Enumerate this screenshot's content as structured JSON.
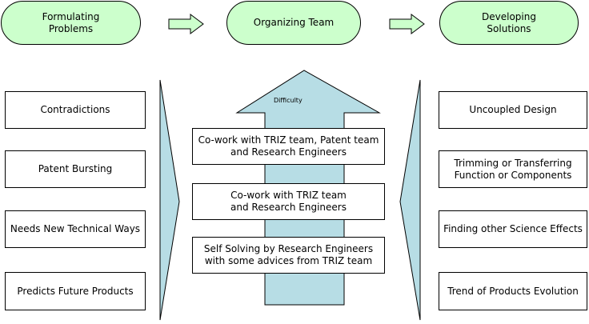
{
  "stages": {
    "formulating": "Formulating\nProblems",
    "organizing": "Organizing Team",
    "developing": "Developing\nSolutions"
  },
  "problems": [
    "Contradictions",
    "Patent Bursting",
    "Needs New Technical Ways",
    "Predicts Future Products"
  ],
  "solutions": [
    "Uncoupled Design",
    "Trimming or Transferring\nFunction or Components",
    "Finding other Science Effects",
    "Trend of Products Evolution"
  ],
  "team": {
    "difficulty_label": "Difficulty",
    "levels": [
      "Co-work with TRIZ team, Patent team\nand Research Engineers",
      "Co-work with TRIZ team\nand Research Engineers",
      "Self Solving by Research Engineers\nwith some advices from TRIZ team"
    ]
  },
  "colors": {
    "pill_fill": "#ccffcc",
    "arrow_fill": "#b7dde5",
    "border": "#000000"
  }
}
